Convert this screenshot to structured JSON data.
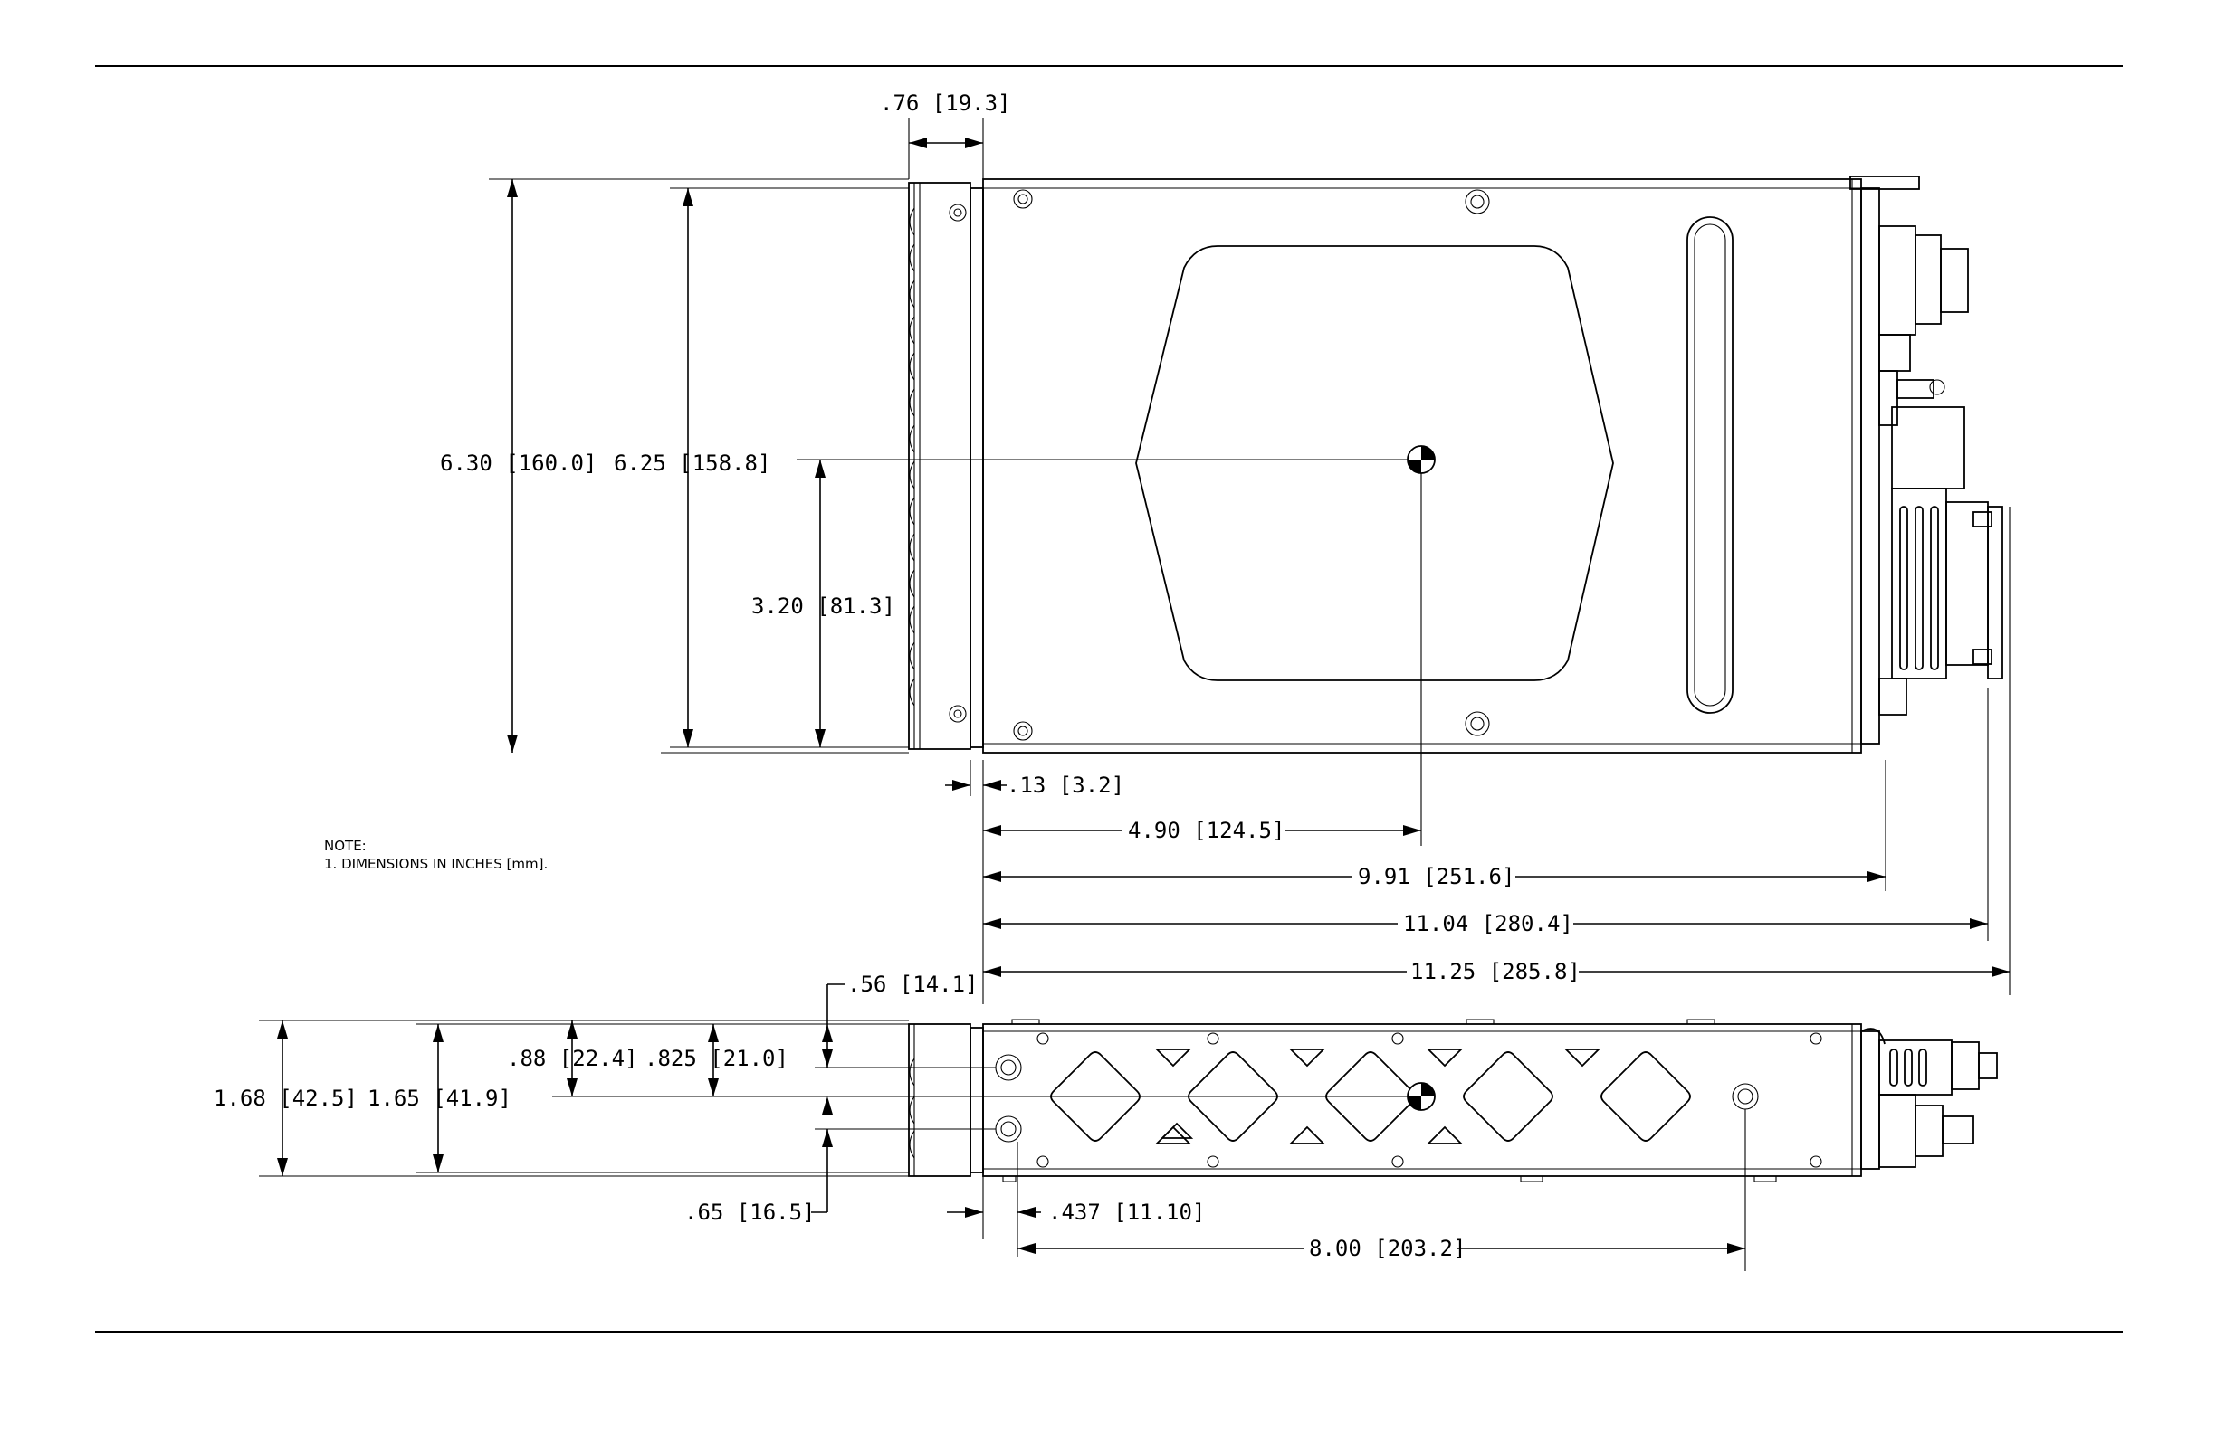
{
  "dimensions": {
    "flange_depth": ".76 [19.3]",
    "overall_height": "6.30 [160.0]",
    "body_height": "6.25 [158.8]",
    "cg_height": "3.20 [81.3]",
    "flange_thickness": ".13 [3.2]",
    "cg_depth": "4.90 [124.5]",
    "body_depth": "9.91 [251.6]",
    "depth_to_connector": "11.04 [280.4]",
    "overall_depth": "11.25 [285.8]",
    "side_overall_width": "1.68 [42.5]",
    "side_body_width": "1.65 [41.9]",
    "cg_width": ".88 [22.4]",
    "width_825": ".825 [21.0]",
    "width_56": ".56 [14.1]",
    "width_65": ".65 [16.5]",
    "hole_offset": ".437 [11.10]",
    "hole_spacing": "8.00 [203.2]"
  },
  "note": {
    "title": "NOTE:",
    "line1": "1.  DIMENSIONS IN INCHES [mm]."
  }
}
